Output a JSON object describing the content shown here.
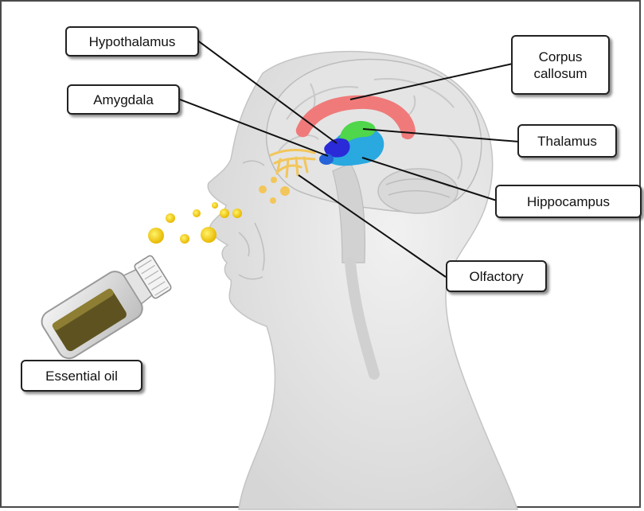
{
  "labels": {
    "hypothalamus": "Hypothalamus",
    "amygdala": "Amygdala",
    "corpus_callosum_line1": "Corpus",
    "corpus_callosum_line2": "callosum",
    "thalamus": "Thalamus",
    "hippocampus": "Hippocampus",
    "olfactory": "Olfactory",
    "essential_oil": "Essential oil"
  },
  "colors": {
    "corpus_callosum": "#f07a7a",
    "thalamus": "#4fd64a",
    "hypothalamus": "#2a2ad8",
    "hippocampus": "#2aa8e0",
    "olfactory": "#f2c65a",
    "aroma_particles": "#f2c400",
    "oil": "#5e5320",
    "leader_lines": "#111111"
  }
}
